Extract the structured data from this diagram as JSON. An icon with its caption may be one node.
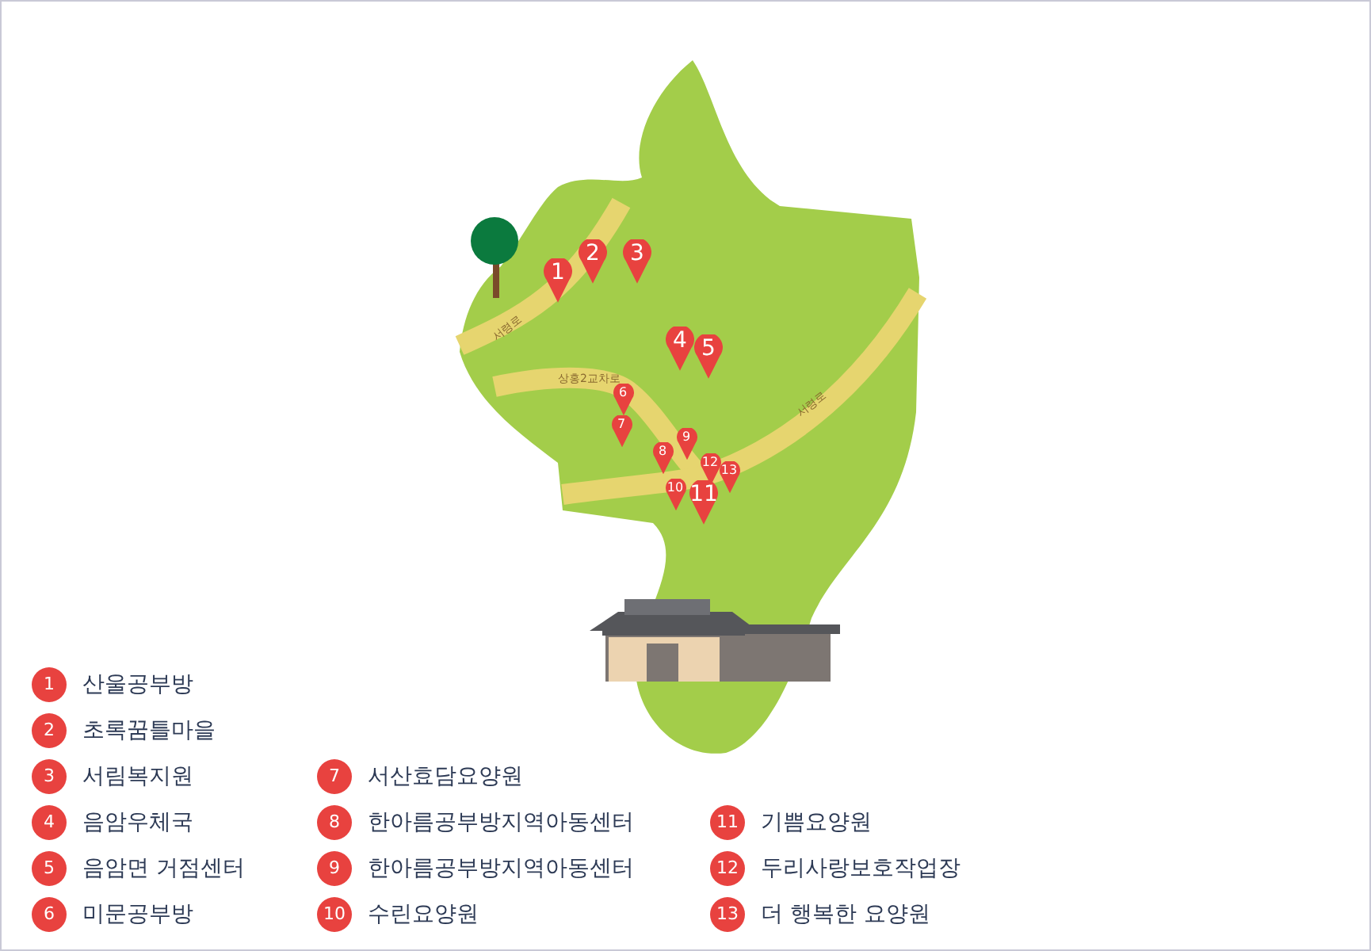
{
  "diagram": {
    "labels": [
      "서령로",
      "상홍2교차로",
      "서령로",
      "1",
      "2",
      "3",
      "4",
      "5",
      "6",
      "7",
      "8",
      "9",
      "10",
      "11",
      "12",
      "13",
      "1",
      "산울공부방",
      "2",
      "초록꿈틀마을",
      "3",
      "서림복지원",
      "4",
      "음암우체국",
      "5",
      "음암면 거점센터",
      "6",
      "미문공부방",
      "7",
      "서산효담요양원",
      "8",
      "한아름공부방지역아동센터",
      "9",
      "한아름공부방지역아동센터",
      "10",
      "수린요양원",
      "11",
      "기쁨요양원",
      "12",
      "두리사랑보호작업장",
      "13",
      "더 행복한 요양원"
    ]
  }
}
